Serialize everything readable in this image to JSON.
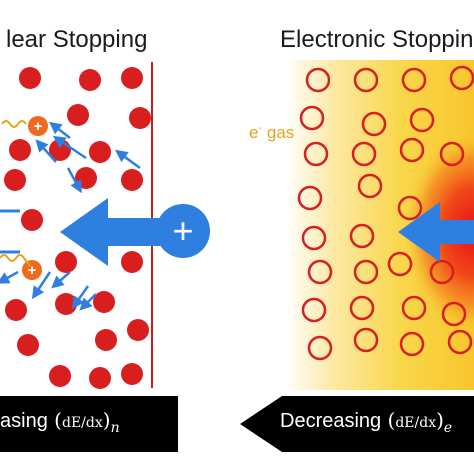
{
  "left_panel": {
    "title": "lear Stopping",
    "banner": {
      "prefix": "asing",
      "quantity": "dE/dx",
      "subscript": "n"
    }
  },
  "right_panel": {
    "title": "Electronic Stoppin",
    "electron_gas_label": "e",
    "electron_gas_sup": "-",
    "electron_gas_word": " gas",
    "banner": {
      "prefix": "Decreasing",
      "quantity": "dE/dx",
      "subscript": "e"
    }
  },
  "ion_symbol": "+",
  "colors": {
    "atom_red": "#d81e1e",
    "recoil_orange": "#ef6a1f",
    "arrow_blue": "#2f7fe0",
    "boundary_red": "#c82020",
    "gas_yellow": "#f7d23a",
    "gas_orange": "#f0621a",
    "banner_black": "#000000"
  },
  "icons": [
    "ion-plus-icon",
    "recoil-plus-icon",
    "electron-gas-glow"
  ]
}
